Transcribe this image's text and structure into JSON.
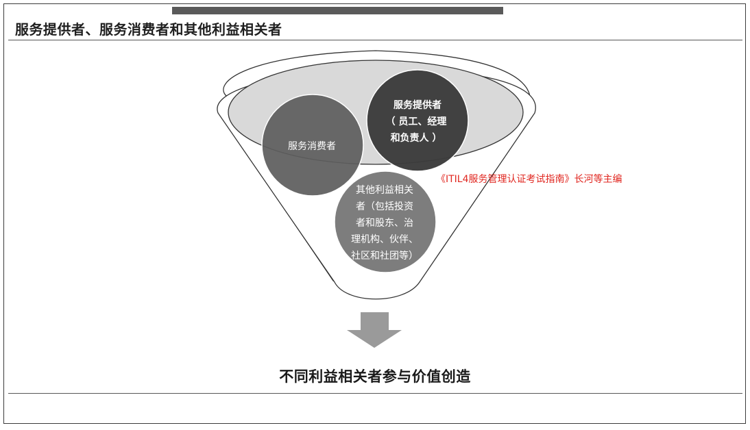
{
  "header": {
    "title": "服务提供者、服务消费者和其他利益相关者"
  },
  "diagram": {
    "provider": {
      "lines": [
        "服务提供者",
        "（ 员工、经理",
        "和负责人 ）"
      ]
    },
    "consumer": {
      "label": "服务消费者"
    },
    "others": {
      "lines": [
        "其他利益相关",
        "者（包括投资",
        "者和股东、治",
        "理机构、伙伴、",
        "社区和社团等）"
      ]
    }
  },
  "citation": "《ITIL4服务管理认证考试指南》长河等主编",
  "conclusion": "不同利益相关者参与价值创造",
  "colors": {
    "funnel_fill": "#ffffff",
    "funnel_stroke": "#333333",
    "top_ellipse_fill": "#d9d9d9",
    "provider_fill": "#3c3c3c",
    "consumer_fill": "#5e5e5e",
    "others_fill": "#767676",
    "arrow_fill": "#9a9a9a",
    "citation": "#e0261f"
  }
}
